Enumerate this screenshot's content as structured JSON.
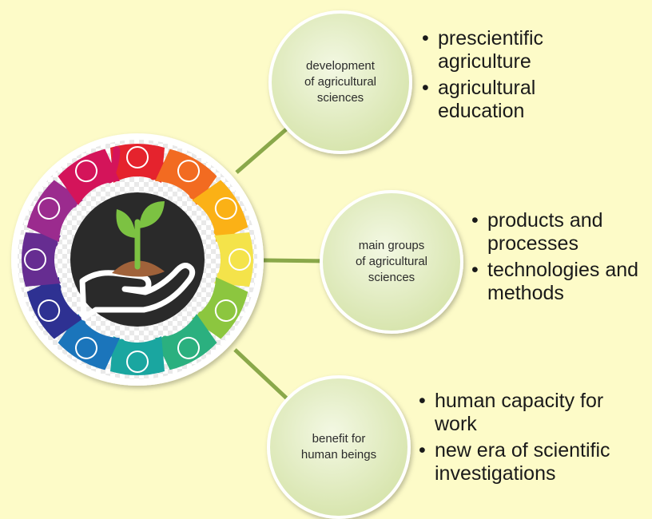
{
  "diagram": {
    "colors": {
      "background": "#fdfbc8",
      "connector": "#8aa84a",
      "bubble_fill": "#e6efc9",
      "bubble_border": "#ffffff",
      "hub_center": "#2a2a2a",
      "leaf_green": "#7cc242",
      "soil_brown": "#a0623a"
    },
    "hub": {
      "icon": "people-circle-plant-in-hand-icon",
      "figure_colors": [
        "#e5232d",
        "#f26b21",
        "#fbb116",
        "#f4e34a",
        "#8cc63f",
        "#2bb07f",
        "#1aa6a0",
        "#1b75bb",
        "#2e3192",
        "#662d91",
        "#9b2b8e",
        "#d4145a"
      ]
    },
    "nodes": [
      {
        "label": "development\nof agricultural\nsciences",
        "bullets": [
          "prescientific\nagriculture",
          "agricultural\neducation"
        ]
      },
      {
        "label": "main groups\nof agricultural\nsciences",
        "bullets": [
          "products and\nprocesses",
          "technologies and\nmethods"
        ]
      },
      {
        "label": "benefit for\nhuman beings",
        "bullets": [
          "human capacity for\nwork",
          "new era of scientific\ninvestigations"
        ]
      }
    ]
  }
}
